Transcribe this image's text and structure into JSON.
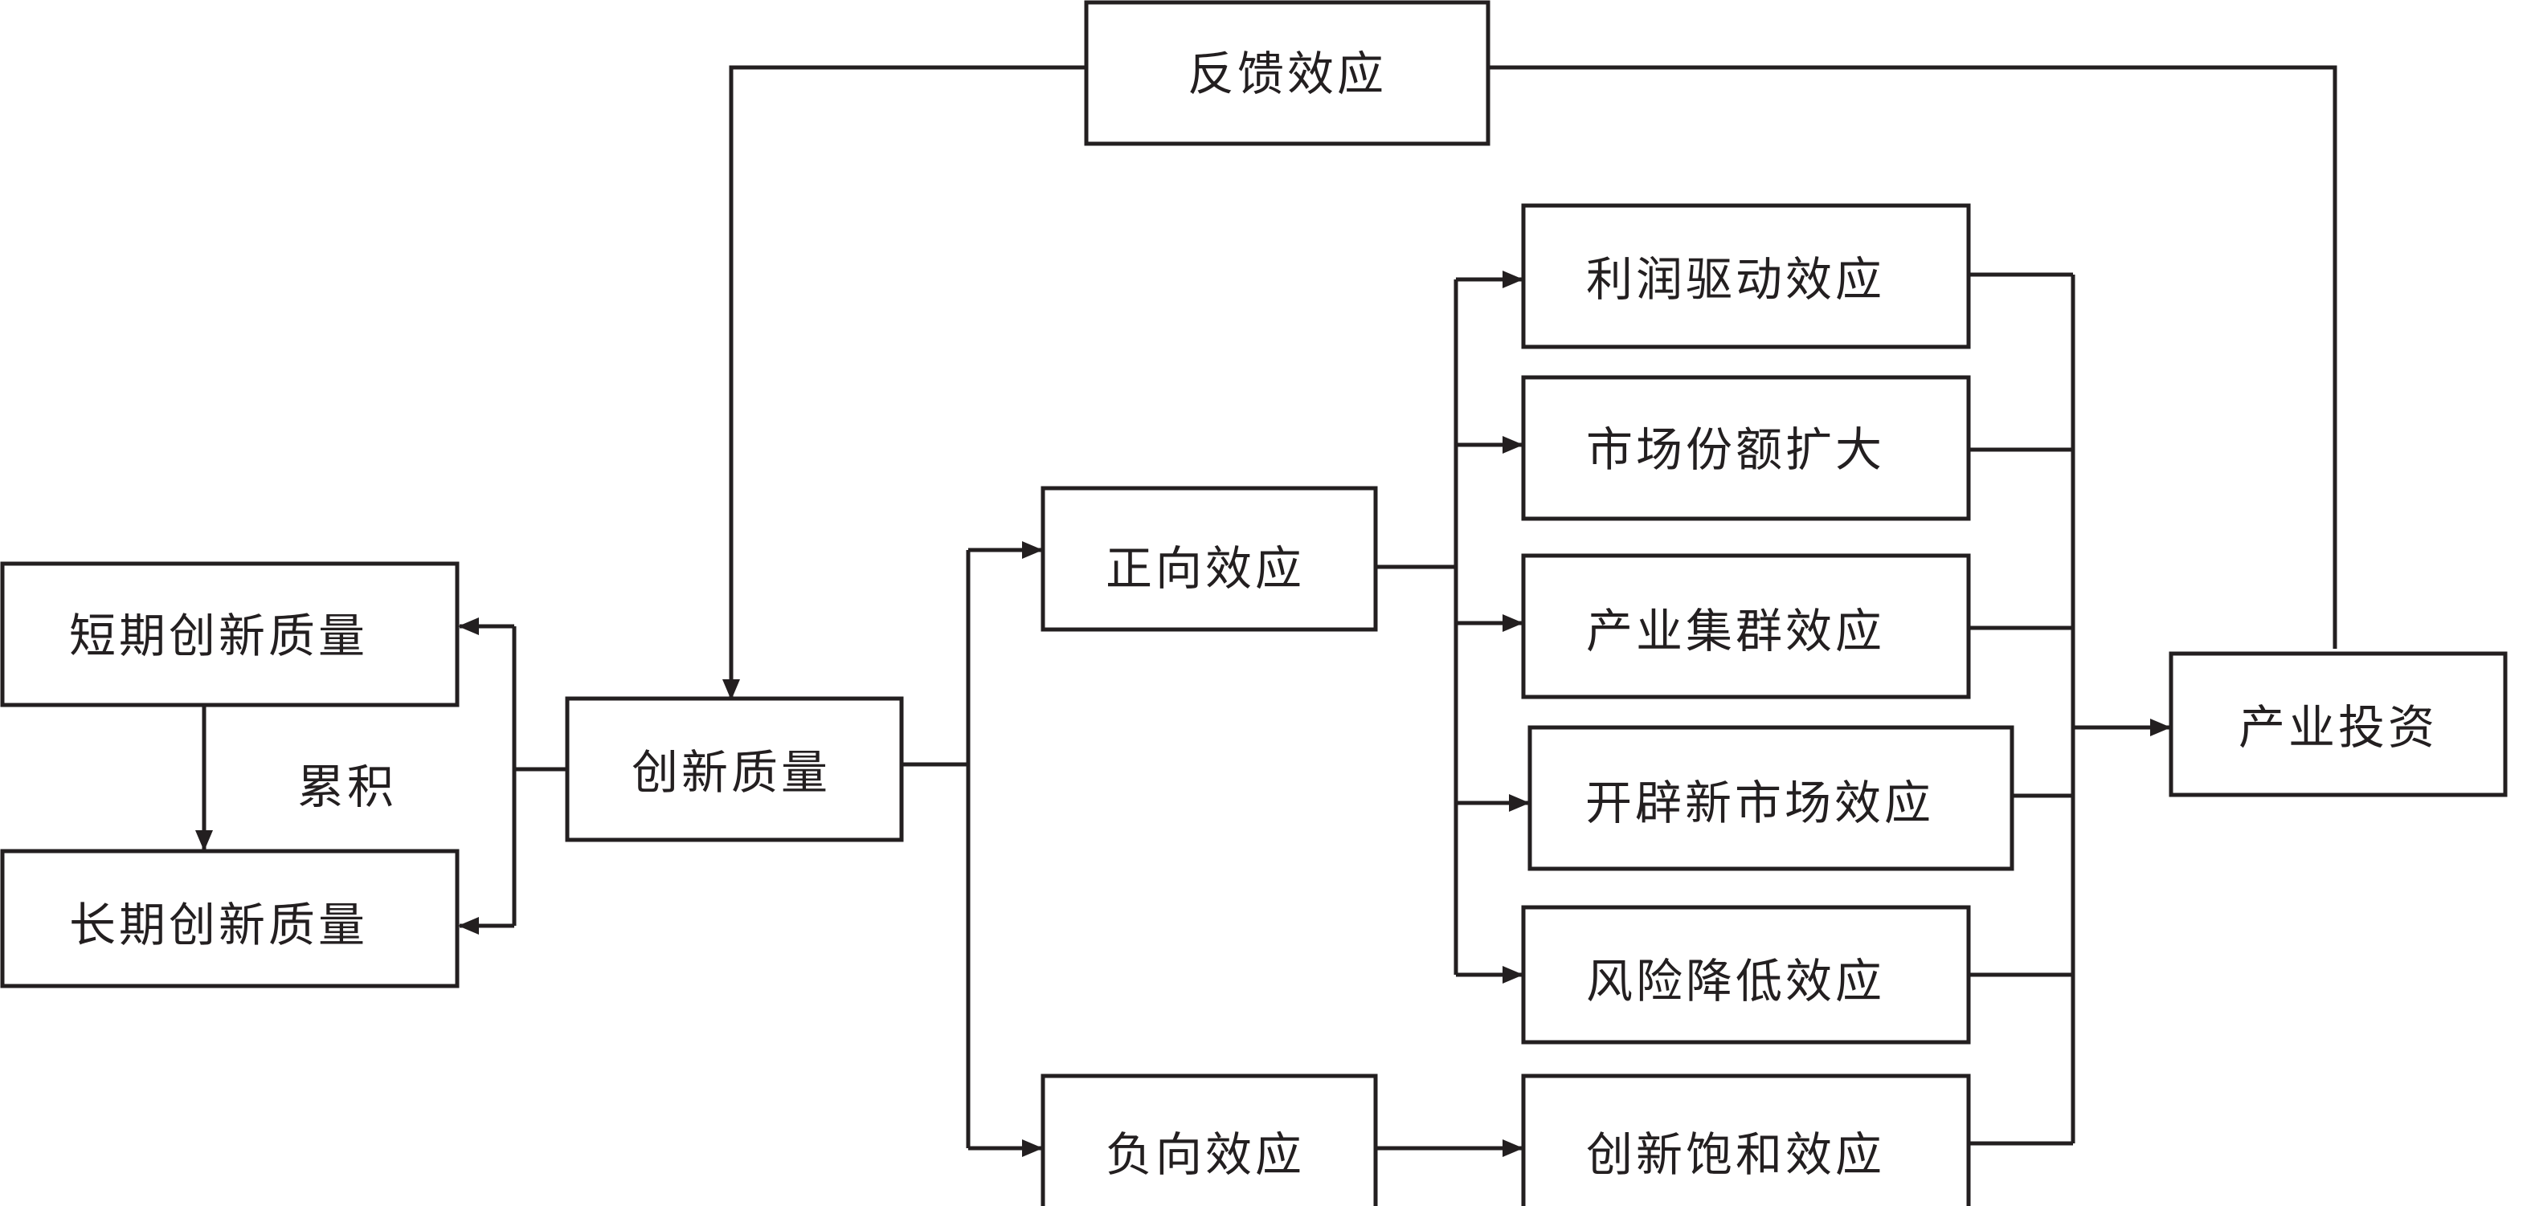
{
  "nodes": {
    "feedback": "反馈效应",
    "short_term": "短期创新质量",
    "long_term": "长期创新质量",
    "accumulation": "累积",
    "innovation_quality": "创新质量",
    "positive": "正向效应",
    "negative": "负向效应",
    "profit_driven": "利润驱动效应",
    "market_share": "市场份额扩大",
    "cluster": "产业集群效应",
    "new_market": "开辟新市场效应",
    "risk_reduction": "风险降低效应",
    "saturation": "创新饱和效应",
    "investment": "产业投资"
  },
  "colors": {
    "stroke": "#231f20",
    "background": "#ffffff"
  }
}
